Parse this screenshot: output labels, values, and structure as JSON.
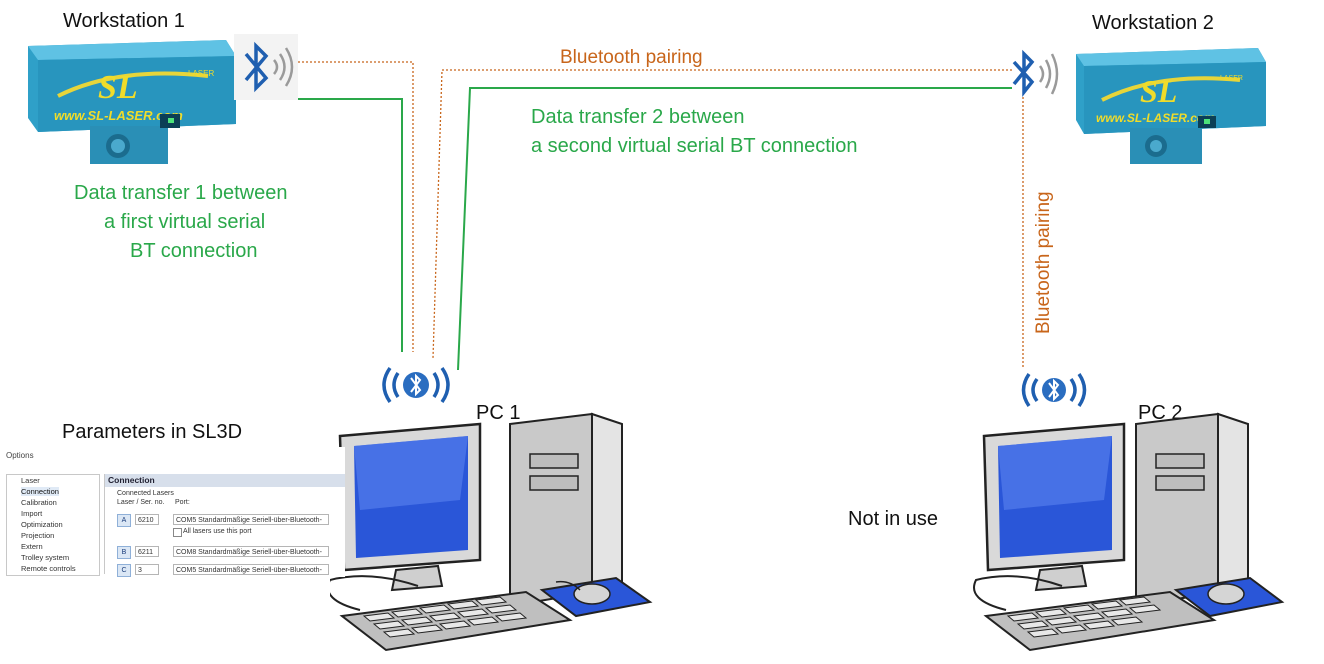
{
  "workstation1": {
    "title": "Workstation 1",
    "logo_text": "SL",
    "logo_sub": "LASER",
    "url": "www.SL-LASER.com"
  },
  "workstation2": {
    "title": "Workstation 2",
    "logo_text": "SL",
    "logo_sub": "LASER",
    "url": "www.SL-LASER.com"
  },
  "pairing_top": "Bluetooth pairing",
  "pairing_right": "Bluetooth pairing",
  "transfer1": {
    "line1": "Data transfer 1 between",
    "line2": "a first virtual serial",
    "line3": "BT connection"
  },
  "transfer2": {
    "line1": "Data transfer 2 between",
    "line2": "a second virtual serial BT connection"
  },
  "pc1": {
    "label": "PC 1"
  },
  "pc2": {
    "label": "PC 2",
    "note": "Not in use"
  },
  "params_title": "Parameters in SL3D",
  "options": {
    "window_title": "Options",
    "tree": [
      "Laser",
      "Connection",
      "Calibration",
      "Import",
      "Optimization",
      "Projection",
      "Extern",
      "Trolley system",
      "Remote controls"
    ],
    "panel_title": "Connection",
    "group_label": "Connected Lasers",
    "col_laser": "Laser / Ser. no.",
    "col_port": "Port:",
    "rows": [
      {
        "id": "A",
        "serial": "6210",
        "port": "COM5  Standardmäßige Seriell-über-Bluetooth-"
      },
      {
        "id": "B",
        "serial": "6211",
        "port": "COM8  Standardmäßige Seriell-über-Bluetooth-"
      },
      {
        "id": "C",
        "serial": "3",
        "port": "COM5  Standardmäßige Seriell-über-Bluetooth-"
      }
    ],
    "checkbox_label": "All lasers use this port"
  },
  "colors": {
    "green": "#2aa84a",
    "orange": "#c8651a",
    "device": "#2fa0c8",
    "bt_blue": "#1f5fb0"
  },
  "icons": [
    "bluetooth-icon",
    "bluetooth-signal-icon",
    "computer-icon"
  ]
}
